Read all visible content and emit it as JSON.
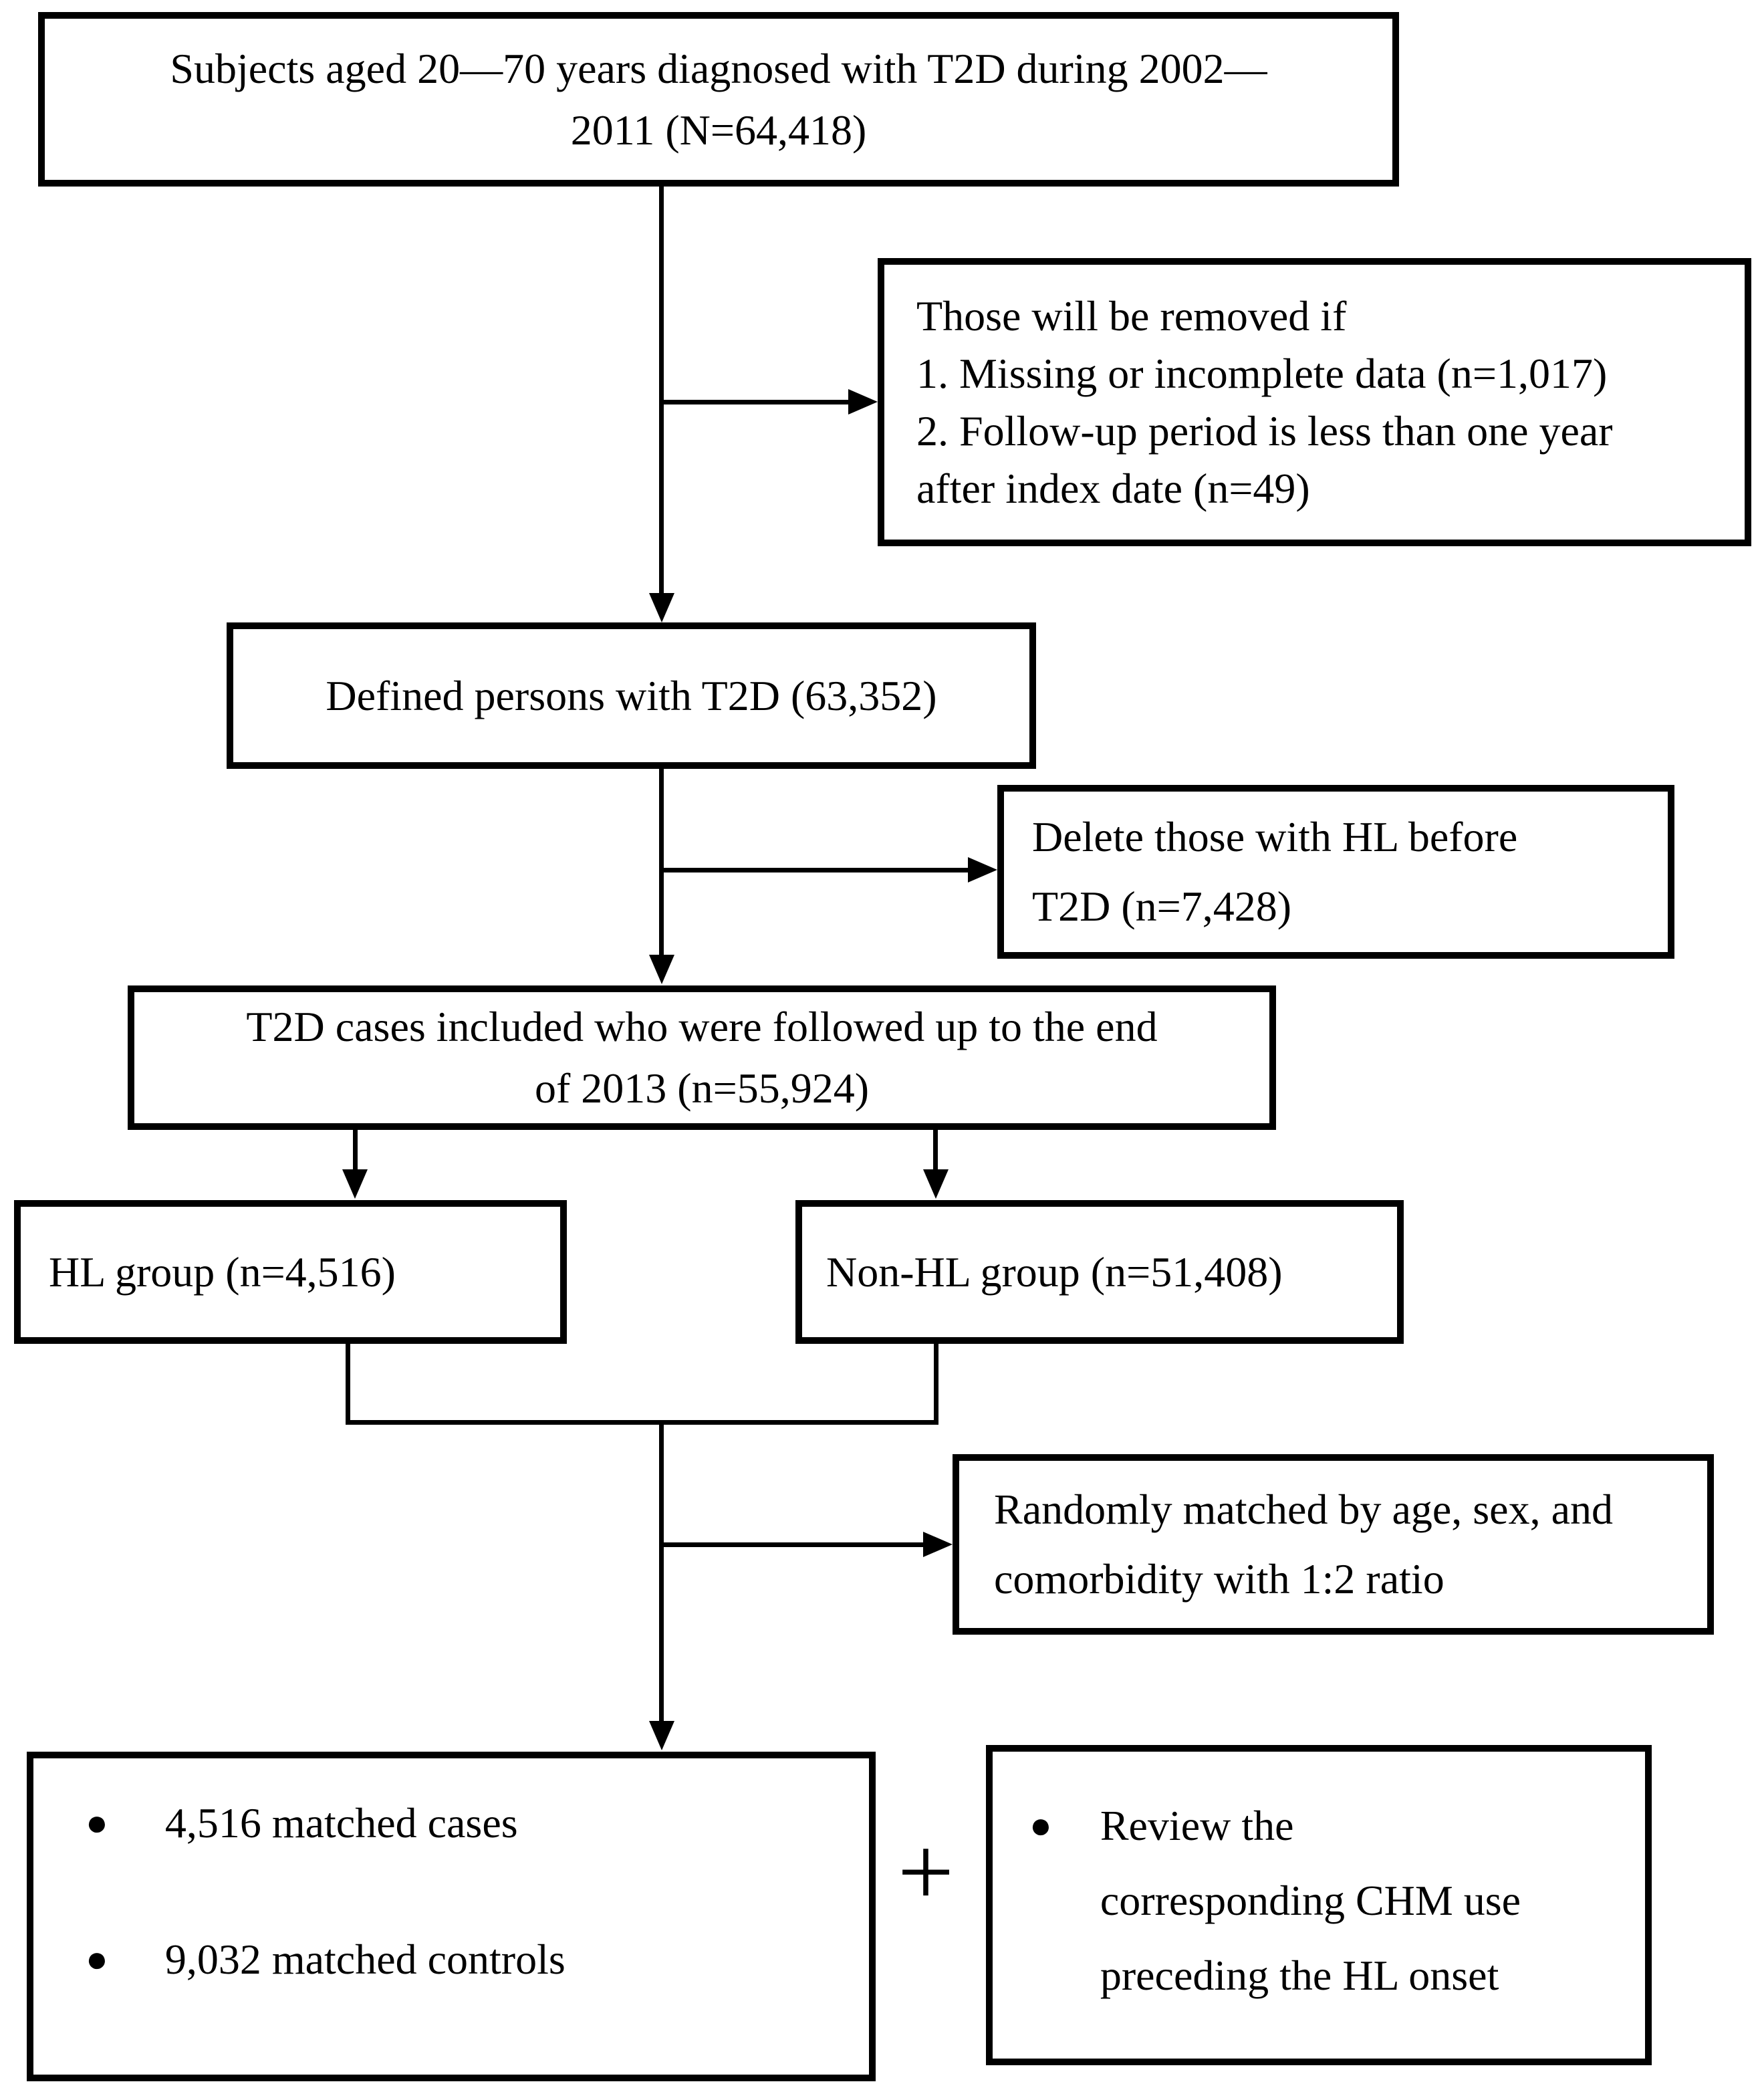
{
  "figure": {
    "description": "Study enrollment flow diagram",
    "background_color": "#ffffff",
    "ink_color": "#000000"
  },
  "boxes": {
    "enrollment": {
      "line1": "Subjects aged 20—70 years diagnosed with T2D during 2002—",
      "line2": "2011 (N=64,418)"
    },
    "exclusion1": {
      "line1": "Those will be removed if",
      "line2": "1. Missing or incomplete data (n=1,017)",
      "line3": "2. Follow-up period is less than one year",
      "line4": "after index date (n=49)"
    },
    "defined": {
      "line1": "Defined persons with T2D (63,352)"
    },
    "exclusion2": {
      "line1": "Delete those with HL before",
      "line2": "T2D (n=7,428)"
    },
    "followed": {
      "line1": "T2D cases included who were followed up to the end",
      "line2": "of 2013 (n=55,924)"
    },
    "hl_group": {
      "label": "HL group (n=4,516)"
    },
    "non_hl_group": {
      "label": "Non-HL group (n=51,408)"
    },
    "matching": {
      "line1": "Randomly matched by age, sex, and",
      "line2": "comorbidity with 1:2 ratio"
    },
    "matched_sample": {
      "bullet1": "4,516 matched cases",
      "bullet2": "9,032 matched controls"
    },
    "chm_review": {
      "line1": "Review the",
      "line2": "corresponding CHM use",
      "line3": "preceding the HL onset"
    }
  },
  "symbols": {
    "plus": "+",
    "bullet": "●"
  }
}
